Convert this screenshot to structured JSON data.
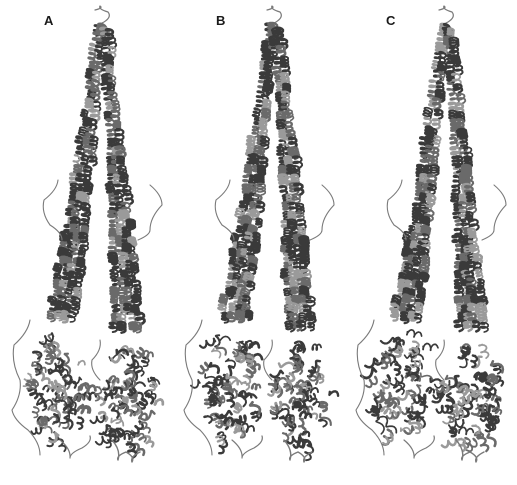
{
  "figure": {
    "panels": [
      {
        "label": "A"
      },
      {
        "label": "B"
      },
      {
        "label": "C"
      }
    ],
    "colors": {
      "background": "#ffffff",
      "helix_dark": "#3a3a3a",
      "helix_mid": "#6a6a6a",
      "helix_light": "#9a9a9a",
      "coil": "#7a7a7a"
    },
    "depiction": "ribbon-protein-structure"
  }
}
